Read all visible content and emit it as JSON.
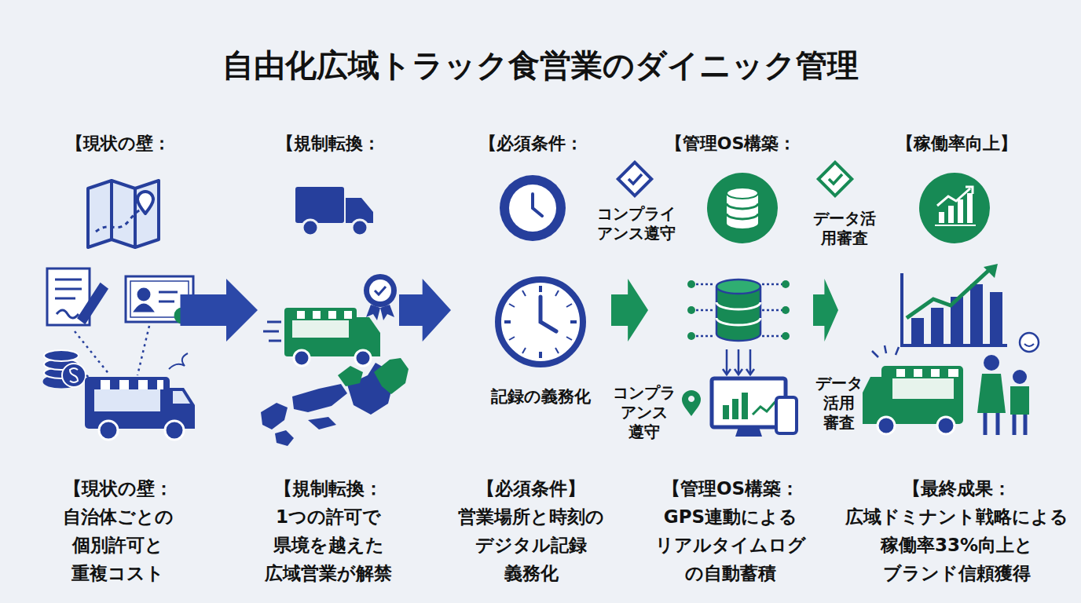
{
  "diagram": {
    "title": "自由化広域トラック食営業のダイニック管理",
    "nodes": [
      {
        "text": [
          "【現状の壁：",
          "【現状の壁：",
          "自治体ごとの 個別許可と 重複コスト"
        ]
      },
      {
        "text": [
          "【規制転換：",
          "【規制転換：",
          "1つの許可で 県境を越えた 広域営業が解禁"
        ]
      },
      {
        "text": [
          "【必須条件：",
          "【必須条件】",
          "営業場所と時刻の デジタル記録 義務化"
        ]
      },
      {
        "text": [
          "【管理OS構築：",
          "【管理OS構築：",
          "GPS連動による リアルタイムログ の自動蓄積"
        ]
      },
      {
        "text": [
          "【稼働率向上】",
          "【最終成果：",
          "広域ドミナント戦略による 稼働率33%向上と ブランド信頼獲得"
        ]
      }
    ],
    "edges": [
      {
        "from": 0,
        "to": 1,
        "arrow": "to"
      },
      {
        "from": 1,
        "to": 2,
        "arrow": "to"
      },
      {
        "from": 2,
        "to": 3,
        "arrow": "to"
      },
      {
        "from": 3,
        "to": 4,
        "arrow": "to"
      }
    ],
    "labels": [
      "コンプライ アンス遵守",
      "データ活 用審査",
      "記録の義務化",
      "コンプラ アンス 遵守",
      "データ 活用 審査"
    ]
  }
}
